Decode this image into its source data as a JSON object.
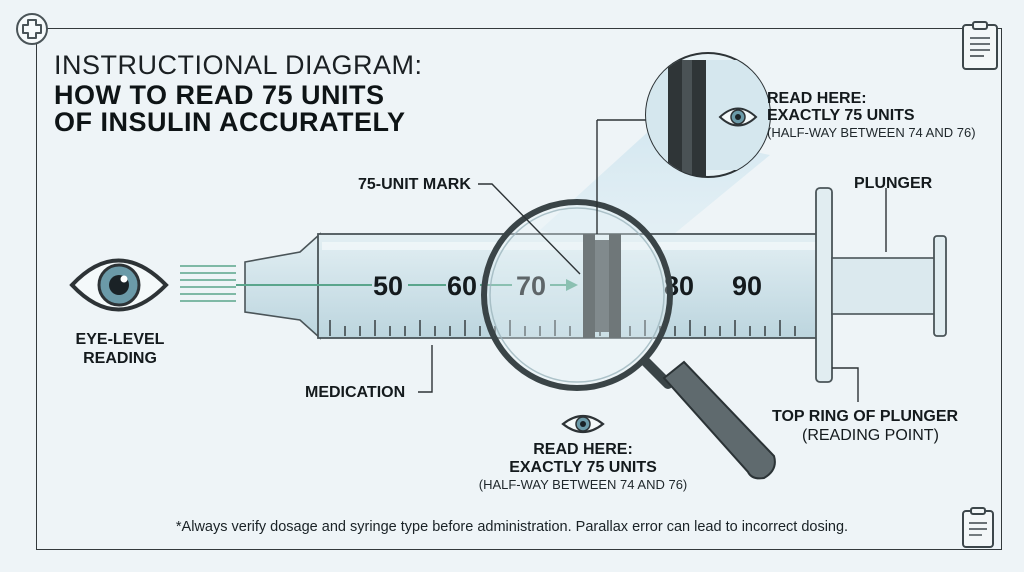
{
  "title": {
    "line1": "INSTRUCTIONAL DIAGRAM:",
    "line2": "HOW TO READ 75 UNITS",
    "line3": "OF INSULIN ACCURATELY"
  },
  "labels": {
    "eye_level_1": "EYE-LEVEL",
    "eye_level_2": "READING",
    "unit_mark": "75-UNIT MARK",
    "medication": "MEDICATION",
    "plunger": "PLUNGER",
    "top_ring_1": "TOP RING OF PLUNGER",
    "top_ring_2": "(READING POINT)",
    "read_here_top_1": "READ HERE:",
    "read_here_top_2": "EXACTLY 75 UNITS",
    "read_here_top_3": "(HALF-WAY BETWEEN 74 AND 76)",
    "read_here_bottom_1": "READ HERE:",
    "read_here_bottom_2": "EXACTLY 75 UNITS",
    "read_here_bottom_3": "(HALF-WAY BETWEEN 74 AND 76)"
  },
  "scale": {
    "n50": "50",
    "n60": "60",
    "n70": "70",
    "n80": "80",
    "n90": "90"
  },
  "footnote": "*Always verify dosage and syringe type before administration. Parallax error can lead to incorrect dosing.",
  "colors": {
    "background": "#eef4f7",
    "barrel": "#cfe3ea",
    "arrow": "#5aa58c",
    "stopper": "#2f3537",
    "iris": "#6b9aa8"
  },
  "icons": {
    "top_left": "medical-cross-icon",
    "top_right": "clipboard-icon",
    "bottom_right": "clipboard-icon"
  }
}
